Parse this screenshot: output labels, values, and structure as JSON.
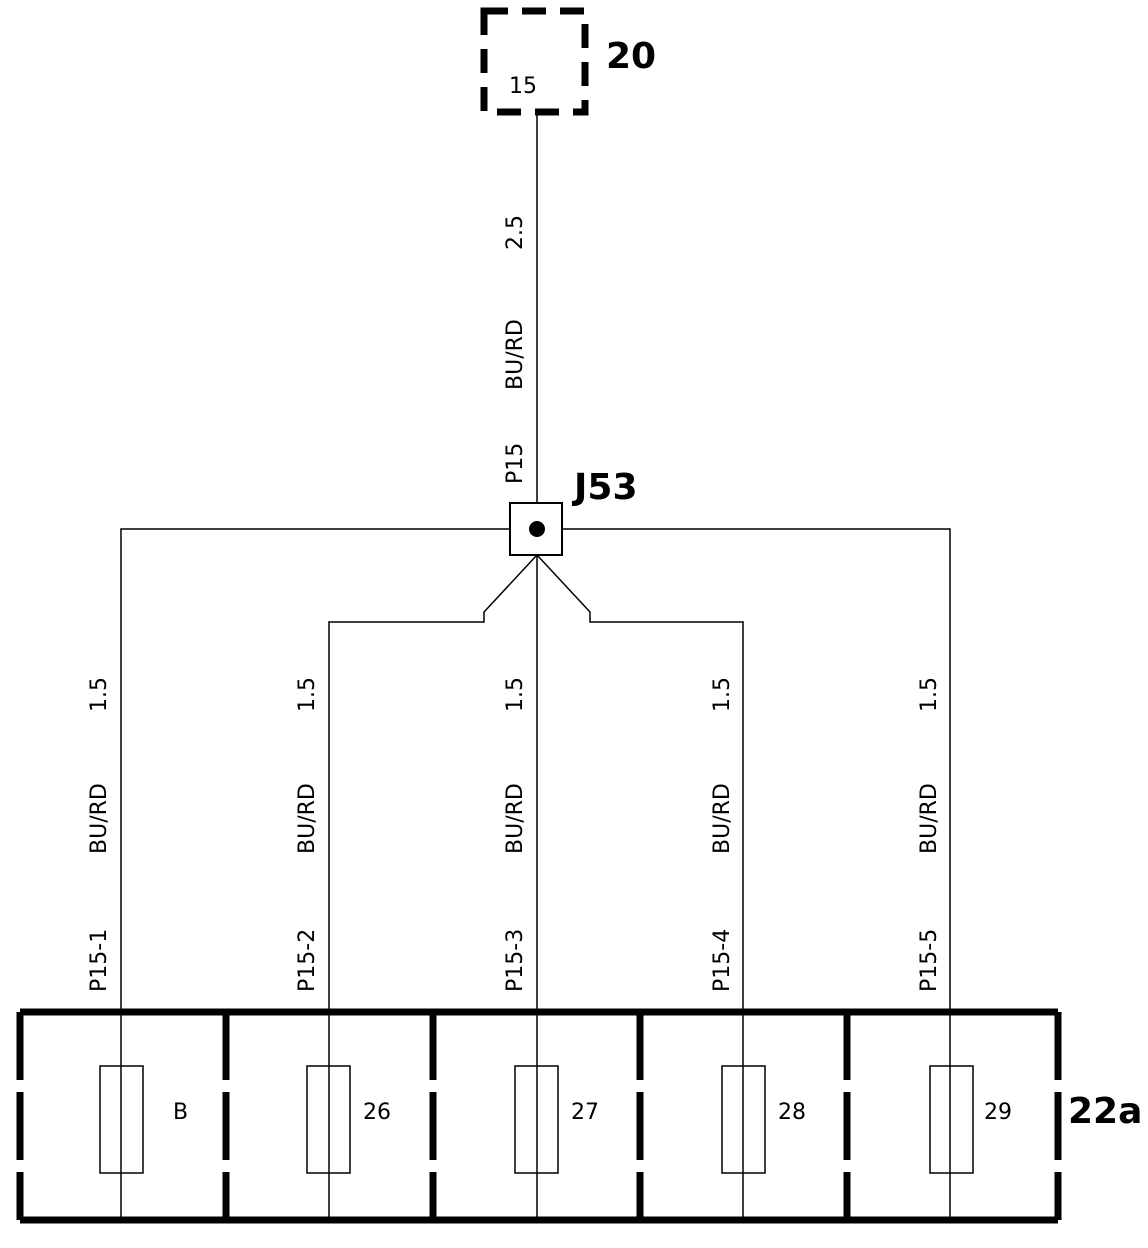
{
  "top_component": {
    "ref": "20",
    "pin": "15"
  },
  "feed_wire": {
    "gauge": "2.5",
    "color": "BU/RD",
    "circuit": "P15"
  },
  "junction": {
    "ref": "J53"
  },
  "fuse_box": {
    "ref": "22a"
  },
  "branches": [
    {
      "gauge": "1.5",
      "color": "BU/RD",
      "circuit": "P15-1",
      "fuse": "B"
    },
    {
      "gauge": "1.5",
      "color": "BU/RD",
      "circuit": "P15-2",
      "fuse": "26"
    },
    {
      "gauge": "1.5",
      "color": "BU/RD",
      "circuit": "P15-3",
      "fuse": "27"
    },
    {
      "gauge": "1.5",
      "color": "BU/RD",
      "circuit": "P15-4",
      "fuse": "28"
    },
    {
      "gauge": "1.5",
      "color": "BU/RD",
      "circuit": "P15-5",
      "fuse": "29"
    }
  ]
}
